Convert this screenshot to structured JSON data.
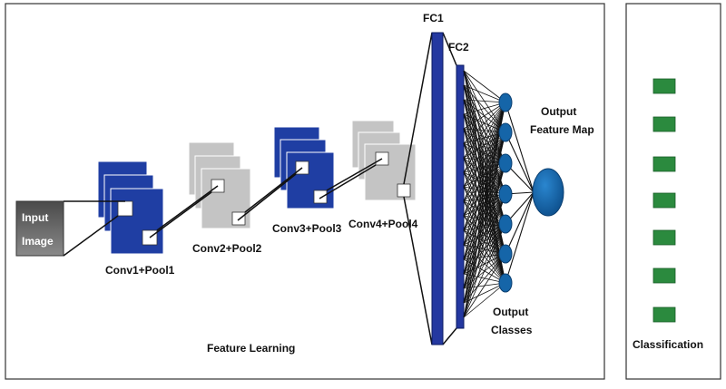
{
  "diagram": {
    "input_label_line1": "Input",
    "input_label_line2": "Image",
    "layers": [
      {
        "label": "Conv1+Pool1"
      },
      {
        "label": "Conv2+Pool2"
      },
      {
        "label": "Conv3+Pool3"
      },
      {
        "label": "Conv4+Pool4"
      }
    ],
    "fc1_label": "FC1",
    "fc2_label": "FC2",
    "output_map_line1": "Output",
    "output_map_line2": "Feature Map",
    "output_classes_line1": "Output",
    "output_classes_line2": "Classes",
    "feature_learning_label": "Feature Learning",
    "classification_label": "Classification",
    "class_box_count": 7
  },
  "colors": {
    "conv_blue": "#1f3ea3",
    "conv_blue_dark": "#0f2478",
    "pool_gray": "#c8c8c8",
    "pool_gray_dark": "#9a9a9a",
    "input_dark": "#5a5a5a",
    "node_blue": "#1565a8",
    "class_green": "#2b8a3e",
    "fc_blue": "#2438a0"
  }
}
